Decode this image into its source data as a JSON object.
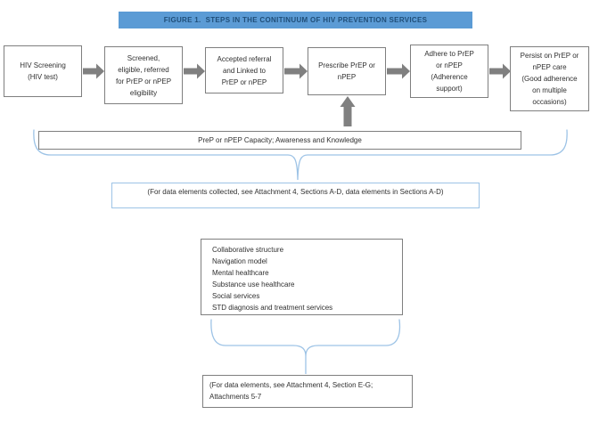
{
  "title": "FIGURE 1.  STEPS IN THE CONITINUUM OF HIV PREVENTION SERVICES",
  "flow": {
    "boxes": [
      {
        "label": "HIV Screening\n(HIV test)"
      },
      {
        "label": "Screened,\neligible, referred\nfor PrEP or nPEP\neligibility"
      },
      {
        "label": "Accepted referral\nand Linked to\nPrEP or nPEP"
      },
      {
        "label": "Prescribe PrEP or\nnPEP"
      },
      {
        "label": "Adhere to PrEP\nor nPEP\n(Adherence\nsupport)"
      },
      {
        "label": "Persist on PrEP or\nnPEP care\n(Good adherence\non multiple\noccasions)"
      }
    ]
  },
  "capacity_label": "PreP or nPEP Capacity; Awareness and Knowledge",
  "note_sections_ad": "(For data elements collected, see Attachment 4, Sections A-D, data elements in Sections A-D)",
  "support_services": "Collaborative structure\nNavigation model\nMental healthcare\nSubstance use healthcare\nSocial services\nSTD diagnosis and treatment services",
  "note_sections_eg": "(For data elements, see Attachment 4, Section E-G;\nAttachments 5-7",
  "colors": {
    "banner_bg": "#5B9BD5",
    "banner_text": "#1F4E79",
    "arrow_gray": "#808080",
    "box_border_gray": "#7f7f7f",
    "brace_blue": "#9DC3E6",
    "body_text": "#303030"
  }
}
